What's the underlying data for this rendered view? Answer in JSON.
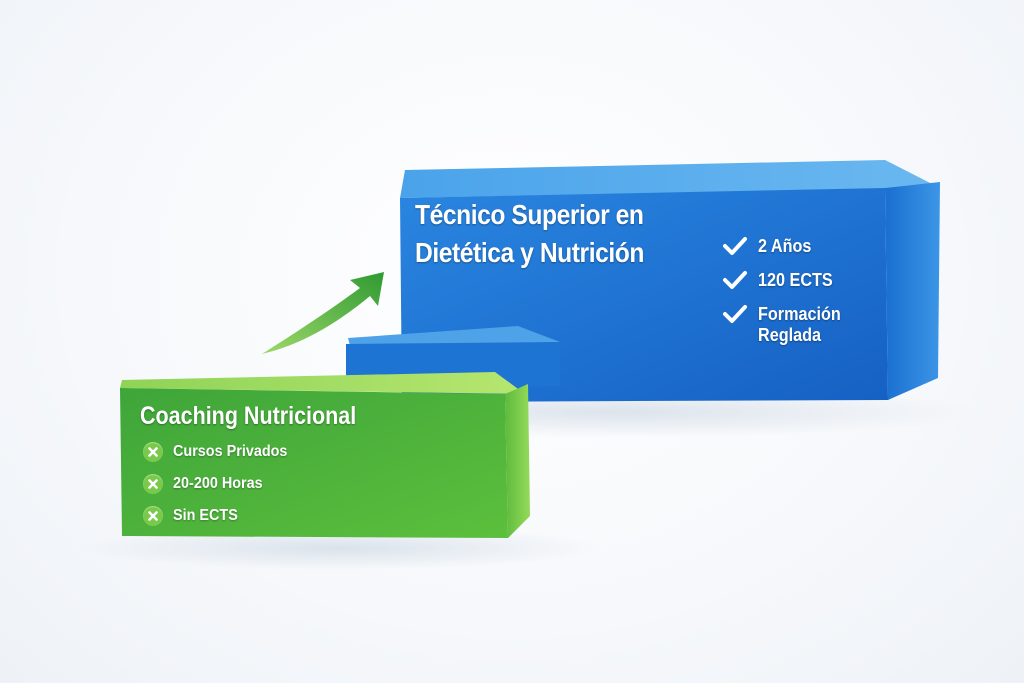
{
  "blocks": {
    "advanced": {
      "title_line1": "Técnico Superior en",
      "title_line2": "Dietética y Nutrición",
      "color": "#1e78d6",
      "features": [
        {
          "icon": "check-icon",
          "label": "2 Años"
        },
        {
          "icon": "check-icon",
          "label": "120 ECTS"
        },
        {
          "icon": "check-icon",
          "label_line1": "Formación",
          "label_line2": "Reglada"
        }
      ]
    },
    "basic": {
      "title": "Coaching Nutricional",
      "color": "#4caf3a",
      "features": [
        {
          "icon": "x-icon",
          "label": "Cursos Privados"
        },
        {
          "icon": "x-icon",
          "label": "20-200 Horas"
        },
        {
          "icon": "x-icon",
          "label": "Sin ECTS"
        }
      ]
    }
  },
  "arrow": {
    "icon": "up-arrow-icon",
    "color": "#3da93a"
  }
}
